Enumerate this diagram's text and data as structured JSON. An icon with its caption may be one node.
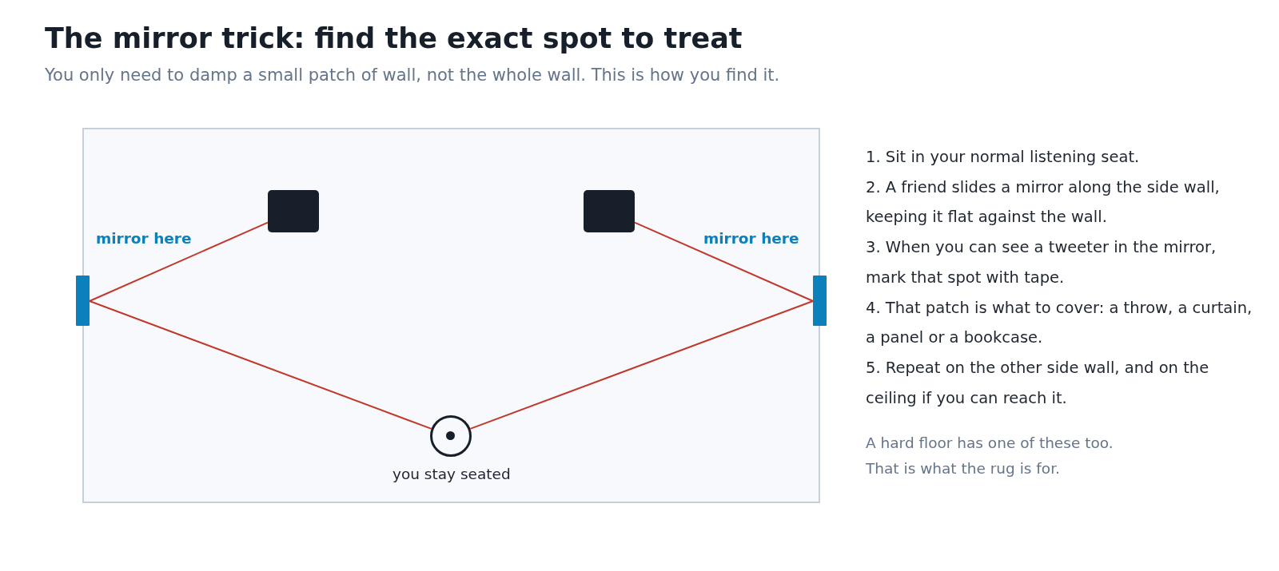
{
  "diagram": {
    "title": "The mirror trick: find the exact spot to treat",
    "caption": "You only need to damp a small patch of wall, not the whole wall. This is how you find it.",
    "nodes": [
      {
        "text": [],
        "shape": "box"
      },
      {
        "text": [],
        "shape": "box",
        "in": 0
      },
      {
        "text": [],
        "shape": "box",
        "in": 0
      },
      {
        "text": [],
        "shape": "bar",
        "beside": [
          "mirror here"
        ]
      },
      {
        "text": [],
        "shape": "bar",
        "beside": [
          "mirror here"
        ]
      },
      {
        "text": [],
        "shape": "circle",
        "in": 0,
        "beside": [
          "you stay seated"
        ]
      }
    ],
    "edges": [
      {
        "from": 1,
        "to": 3,
        "arrow": "none"
      },
      {
        "from": 3,
        "to": 5,
        "arrow": "none"
      },
      {
        "from": 2,
        "to": 4,
        "arrow": "none"
      },
      {
        "from": 4,
        "to": 5,
        "arrow": "none"
      }
    ],
    "labels": [
      "1. Sit in your normal listening seat.",
      "2. A friend slides a mirror along the side wall, keeping it flat against the wall.",
      "3. When you can see a tweeter in the mirror, mark that spot with tape.",
      "4. That patch is what to cover: a throw, a curtain, a panel or a bookcase.",
      "5. Repeat on the other side wall, and on the ceiling if you can reach it.",
      "A hard floor has one of these too.",
      "That is what the rug is for."
    ]
  }
}
